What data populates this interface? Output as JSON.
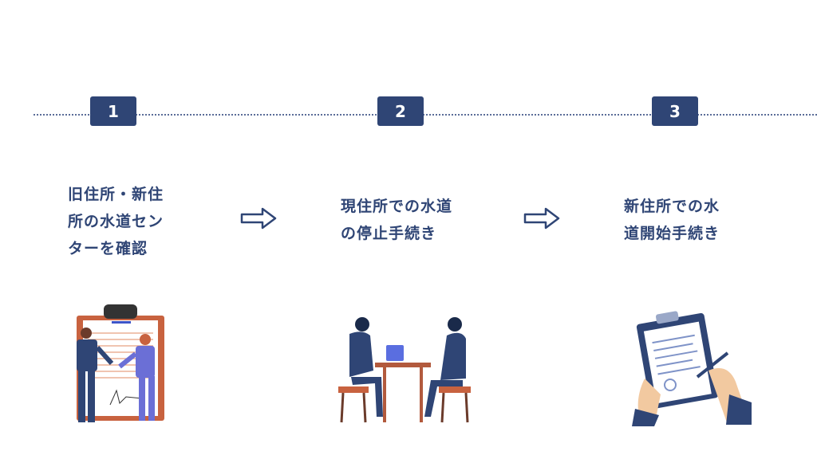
{
  "steps": [
    {
      "number": "1",
      "lines": [
        "旧住所・新住",
        "所の水道セン",
        "ターを確認"
      ]
    },
    {
      "number": "2",
      "lines": [
        "現住所での水道",
        "の停止手続き"
      ]
    },
    {
      "number": "3",
      "lines": [
        "新住所での水",
        "道開始手続き"
      ]
    }
  ],
  "colors": {
    "primary": "#2f4575",
    "accent": "#c8623f"
  }
}
